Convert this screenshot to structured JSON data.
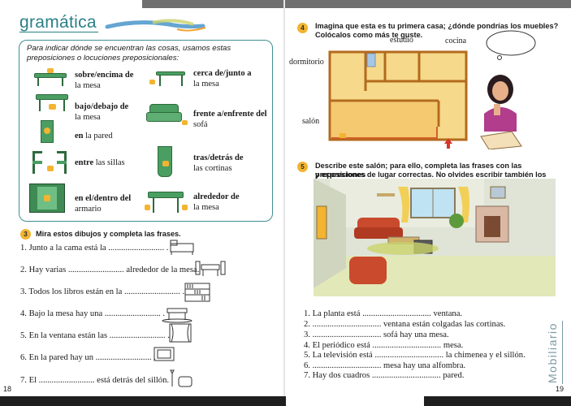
{
  "header": {
    "title": "gramática"
  },
  "grammar": {
    "intro": "Para indicar dónde se encuentran las cosas, usamos estas preposiciones o locuciones preposicionales:",
    "items": [
      {
        "bold": "sobre/encima de",
        "rest": "la mesa"
      },
      {
        "bold": "cerca de/junto a",
        "rest": "la mesa"
      },
      {
        "bold": "bajo/debajo de",
        "rest": "la mesa"
      },
      {
        "bold": "frente a/enfrente del",
        "rest": "sofá"
      },
      {
        "bold": "en",
        "rest": "la pared"
      },
      {
        "bold": "tras/detrás de",
        "rest": "las cortinas"
      },
      {
        "bold": "entre",
        "rest": "las sillas"
      },
      {
        "bold": "en el/dentro del",
        "rest": "armario"
      },
      {
        "bold": "alrededor de",
        "rest": "la mesa"
      }
    ]
  },
  "exercise3": {
    "number": "3",
    "instruction": "Mira estos dibujos y completa las frases.",
    "lines": [
      "1. Junto a la cama está la .......................... .",
      "2. Hay varias .......................... alrededor de la mesa.",
      "3. Todos los libros están en la .......................... .",
      "4. Bajo la mesa hay una .......................... .",
      "5. En la ventana están las .......................... .",
      "6. En la pared hay un .......................... .",
      "7. El .......................... está detrás del sillón."
    ]
  },
  "exercise4": {
    "number": "4",
    "instruction_1": "Imagina que esta es tu primera casa; ¿dónde pondrías los muebles?",
    "instruction_2": "Colócalos como más te guste.",
    "rooms": {
      "estudio": "estudio",
      "cocina": "cocina",
      "dormitorio": "dormitorio",
      "salon": "salón"
    }
  },
  "exercise5": {
    "number": "5",
    "instruction_1": "Describe este salón; para ello, completa las frases con las preposiciones",
    "instruction_2": "y expresiones de lugar correctas. No olvides escribir también los artículos.",
    "lines": [
      "1. La planta está ................................ ventana.",
      "2. ................................ ventana están colgadas las cortinas.",
      "3. ................................ sofá hay una mesa.",
      "4. El periódico está ................................ mesa.",
      "5. La televisión está ................................ la chimenea y el sillón.",
      "6. ................................ mesa hay una alfombra.",
      "7. Hay dos cuadros ................................ pared."
    ]
  },
  "pages": {
    "left": "18",
    "right": "19"
  },
  "side_label": "Mobiliario",
  "colors": {
    "teal": "#2a7f86",
    "badge": "#f2b431",
    "green": "#4a9e62",
    "floor": "#f6d98b"
  }
}
